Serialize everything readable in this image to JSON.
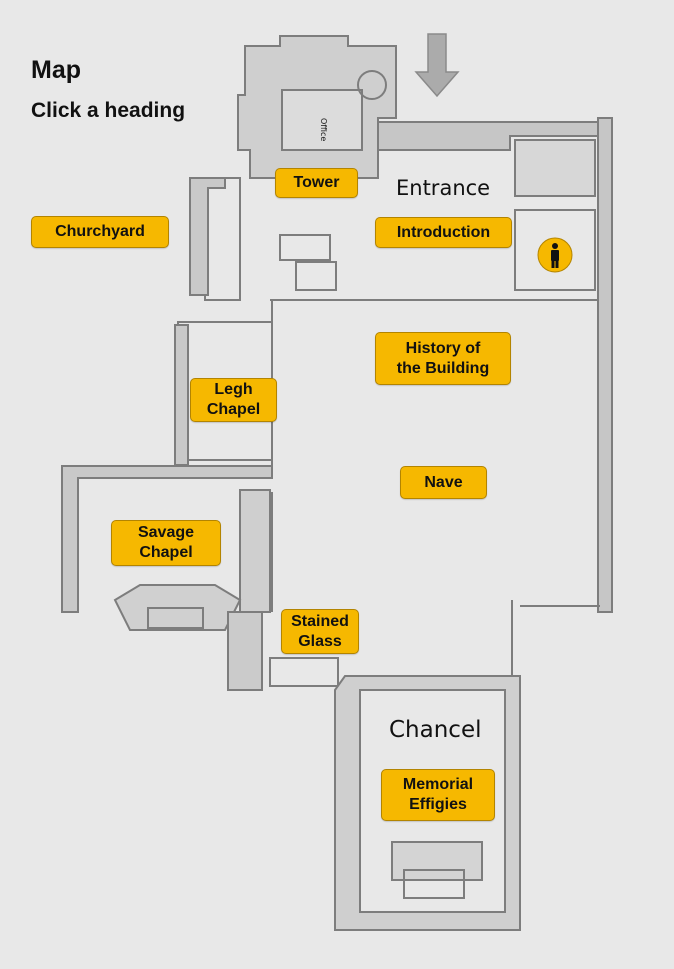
{
  "header": {
    "title": "Map",
    "subtitle": "Click a heading"
  },
  "labels": {
    "entrance": "Entrance",
    "chancel": "Chancel",
    "office": "Office"
  },
  "headings": {
    "tower": "Tower",
    "churchyard": "Churchyard",
    "introduction": "Introduction",
    "history": "History of\nthe Building",
    "legh": "Legh\nChapel",
    "nave": "Nave",
    "savage": "Savage\nChapel",
    "stained": "Stained\nGlass",
    "memorial": "Memorial\nEffigies"
  },
  "icons": {
    "entrance_arrow": "down-arrow-icon",
    "toilet": "toilet-person-icon"
  },
  "colors": {
    "heading_fill": "#f6b800",
    "walls": "#8a8a8a",
    "floor": "#e8e8e8"
  }
}
